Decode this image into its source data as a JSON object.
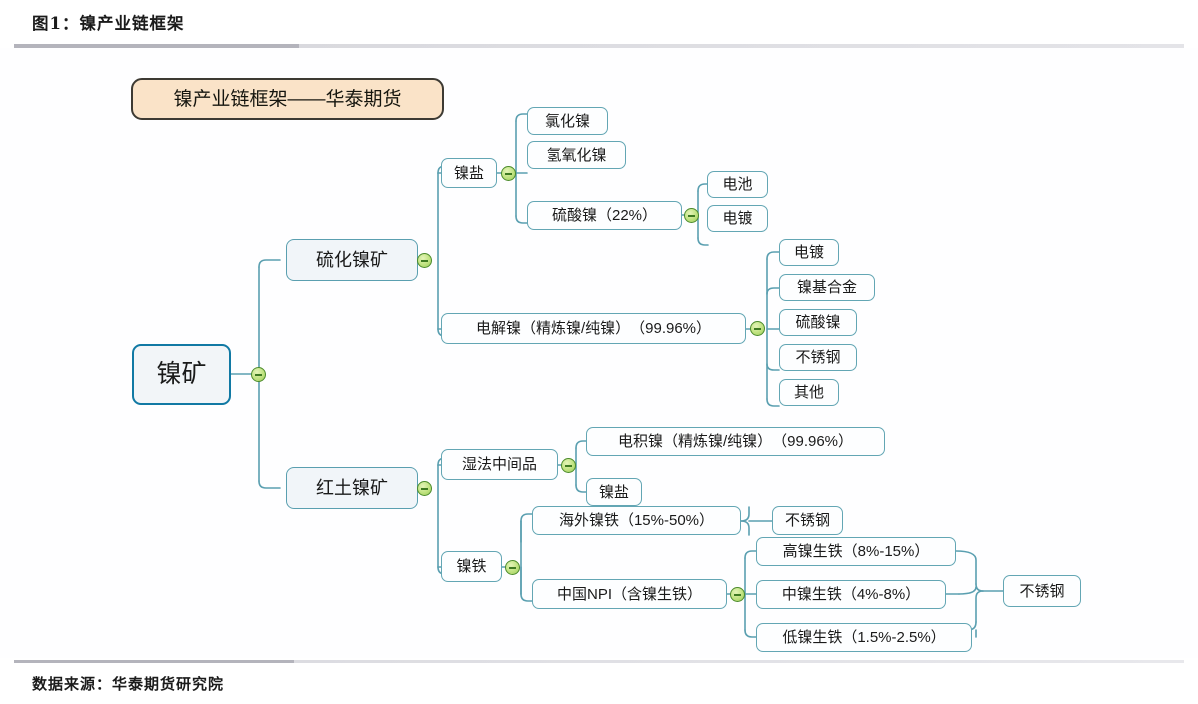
{
  "figure": {
    "title": "图1：镍产业链框架",
    "source": "数据来源：华泰期货研究院"
  },
  "colors": {
    "header_fill": "#fae3c8",
    "header_border": "#3d3a33",
    "root_border": "#1179a4",
    "node_border": "#63a6b4",
    "link_stroke": "#5a9fb0",
    "handle_fill": "#bfe27f",
    "handle_border": "#4c8b2c",
    "rule": "#b4b4bc"
  },
  "diagram_data": {
    "type": "mindmap",
    "header_label": "镍产业链框架——华泰期货",
    "root": "镍矿",
    "nodes": {
      "header": "镍产业链框架——华泰期货",
      "root": "镍矿",
      "sulfide_ore": "硫化镍矿",
      "nickel_salt": "镍盐",
      "nickel_chloride": "氯化镍",
      "nickel_hydroxide": "氢氧化镍",
      "nickel_sulfate_22": "硫酸镍（22%）",
      "battery": "电池",
      "plating_1": "电镀",
      "electrolytic_nickel": "电解镍（精炼镍/纯镍）　（99.96%）",
      "plating_2": "电镀",
      "nickel_alloy": "镍基合金",
      "nickel_sulfate": "硫酸镍",
      "stainless_steel_1": "不锈钢",
      "other": "其他",
      "laterite_ore": "红土镍矿",
      "wet_intermediate": "湿法中间品",
      "electrodeposited_nickel": "电积镍（精炼镍/纯镍）　（99.96%）",
      "nickel_salt_2": "镍盐",
      "ferronickel": "镍铁",
      "overseas_fenickel": "海外镍铁（15%-50%）",
      "stainless_steel_2": "不锈钢",
      "china_npi": "中国NPI（含镍生铁）",
      "high_nickel_pig_iron": "高镍生铁（8%-15%）",
      "mid_nickel_pig_iron": "中镍生铁（4%-8%）",
      "low_nickel_pig_iron": "低镍生铁（1.5%-2.5%）",
      "stainless_steel_3": "不锈钢"
    },
    "edges": [
      [
        "root",
        "sulfide_ore"
      ],
      [
        "root",
        "laterite_ore"
      ],
      [
        "sulfide_ore",
        "nickel_salt"
      ],
      [
        "sulfide_ore",
        "electrolytic_nickel"
      ],
      [
        "nickel_salt",
        "nickel_chloride"
      ],
      [
        "nickel_salt",
        "nickel_hydroxide"
      ],
      [
        "nickel_salt",
        "nickel_sulfate_22"
      ],
      [
        "nickel_sulfate_22",
        "battery"
      ],
      [
        "nickel_sulfate_22",
        "plating_1"
      ],
      [
        "electrolytic_nickel",
        "plating_2"
      ],
      [
        "electrolytic_nickel",
        "nickel_alloy"
      ],
      [
        "electrolytic_nickel",
        "nickel_sulfate"
      ],
      [
        "electrolytic_nickel",
        "stainless_steel_1"
      ],
      [
        "electrolytic_nickel",
        "other"
      ],
      [
        "laterite_ore",
        "wet_intermediate"
      ],
      [
        "laterite_ore",
        "ferronickel"
      ],
      [
        "wet_intermediate",
        "electrodeposited_nickel"
      ],
      [
        "wet_intermediate",
        "nickel_salt_2"
      ],
      [
        "ferronickel",
        "overseas_fenickel"
      ],
      [
        "ferronickel",
        "china_npi"
      ],
      [
        "overseas_fenickel",
        "stainless_steel_2"
      ],
      [
        "china_npi",
        "high_nickel_pig_iron"
      ],
      [
        "china_npi",
        "mid_nickel_pig_iron"
      ],
      [
        "china_npi",
        "low_nickel_pig_iron"
      ],
      [
        "high_nickel_pig_iron",
        "stainless_steel_3"
      ],
      [
        "mid_nickel_pig_iron",
        "stainless_steel_3"
      ],
      [
        "low_nickel_pig_iron",
        "stainless_steel_3"
      ]
    ]
  }
}
